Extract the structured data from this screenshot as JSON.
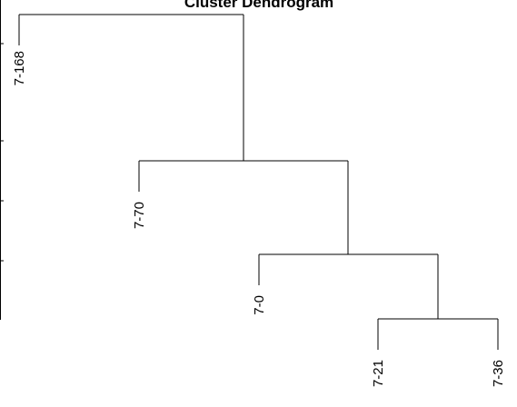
{
  "chart_data": {
    "type": "dendrogram",
    "title": "Cluster Dendrogram",
    "leaves": [
      "7-168",
      "7-70",
      "7-0",
      "7-21",
      "7-36"
    ],
    "merges": [
      {
        "a": "7-21",
        "b": "7-36",
        "height_frac": 0.126
      },
      {
        "a": "7-0",
        "b": "7-21+7-36",
        "height_frac": 0.234
      },
      {
        "a": "7-70",
        "b": "7-0+7-21+7-36",
        "height_frac": 0.53
      },
      {
        "a": "7-168",
        "b": "7-70+7-0+7-21+7-36",
        "height_frac": 1.0
      }
    ]
  }
}
